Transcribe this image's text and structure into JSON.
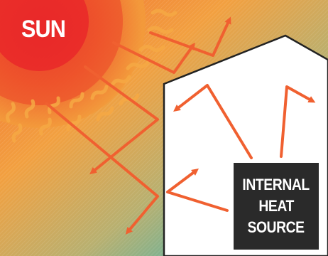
{
  "sun": {
    "label": "SUN"
  },
  "internal_heat_source": {
    "lines": [
      "INTERNAL",
      "HEAT",
      "SOURCE"
    ]
  },
  "colors": {
    "sun_core": "#e8202a",
    "sun_mid": "#f07a2e",
    "sky_warm": "#f2a040",
    "sky_cool": "#18b4c8",
    "arrow": "#f06030",
    "house": "#ffffff",
    "house_outline": "#222222",
    "heat_box": "#2a2a2a"
  },
  "icons": {
    "sun": "sun-icon",
    "house": "house-icon",
    "arrow": "arrow-icon"
  }
}
